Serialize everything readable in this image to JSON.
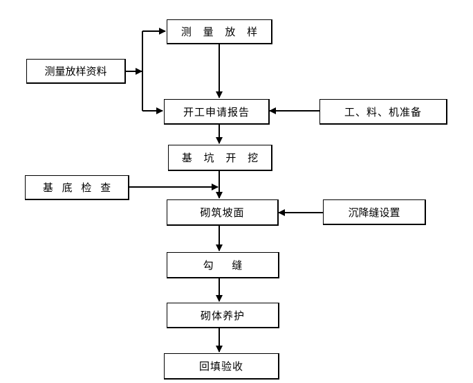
{
  "flowchart": {
    "main_steps": {
      "survey_staking": "测 量 放 样",
      "start_work_report": "开工申请报告",
      "foundation_pit_excavation": "基 坑 开 挖",
      "masonry_slope": "砌筑坡面",
      "pointing": "勾 缝",
      "masonry_curing": "砌体养护",
      "backfill_acceptance": "回填验收"
    },
    "side_inputs": {
      "survey_data": "测量放样资料",
      "labor_material_machine": "工、料、机准备",
      "base_inspection": "基 底 检 查",
      "settlement_joint": "沉降缝设置"
    }
  }
}
